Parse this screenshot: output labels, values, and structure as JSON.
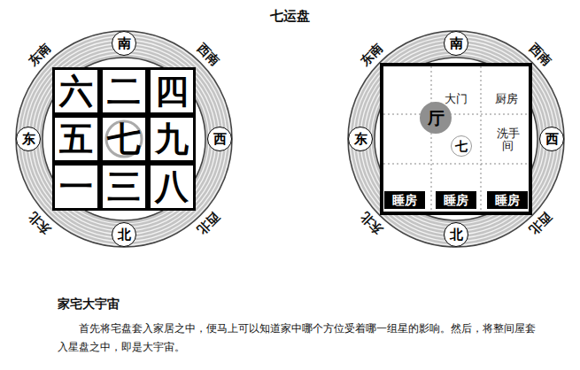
{
  "diagram": {
    "title": "七运盘",
    "nodes": [
      {
        "text": [
          "南"
        ]
      },
      {
        "text": [
          "东"
        ]
      },
      {
        "text": [
          "西"
        ]
      },
      {
        "text": [
          "北"
        ]
      },
      {
        "text": [
          "六"
        ]
      },
      {
        "text": [
          "二"
        ]
      },
      {
        "text": [
          "四"
        ]
      },
      {
        "text": [
          "五"
        ]
      },
      {
        "text": [
          "七"
        ]
      },
      {
        "text": [
          "九"
        ]
      },
      {
        "text": [
          "一"
        ]
      },
      {
        "text": [
          "三"
        ]
      },
      {
        "text": [
          "八"
        ]
      },
      {
        "text": [
          "南"
        ]
      },
      {
        "text": [
          "东"
        ]
      },
      {
        "text": [
          "西"
        ]
      },
      {
        "text": [
          "北"
        ]
      },
      {
        "text": [
          "厅"
        ]
      },
      {
        "text": [
          "七"
        ]
      },
      {
        "text": [
          "睡房"
        ]
      },
      {
        "text": [
          "睡房"
        ]
      },
      {
        "text": [
          "睡房"
        ]
      }
    ],
    "labels": [
      "东南",
      "西南",
      "东北",
      "西北",
      "东南",
      "西南",
      "东北",
      "西北",
      "大门",
      "厨房",
      "洗手间",
      "家宅大宇宙",
      "首先将宅盘套入家居之中，便马上可以知道家中哪个方位受着哪一组星的影响。然后，将整间屋套入星盘之中，即是大宇宙。"
    ]
  }
}
